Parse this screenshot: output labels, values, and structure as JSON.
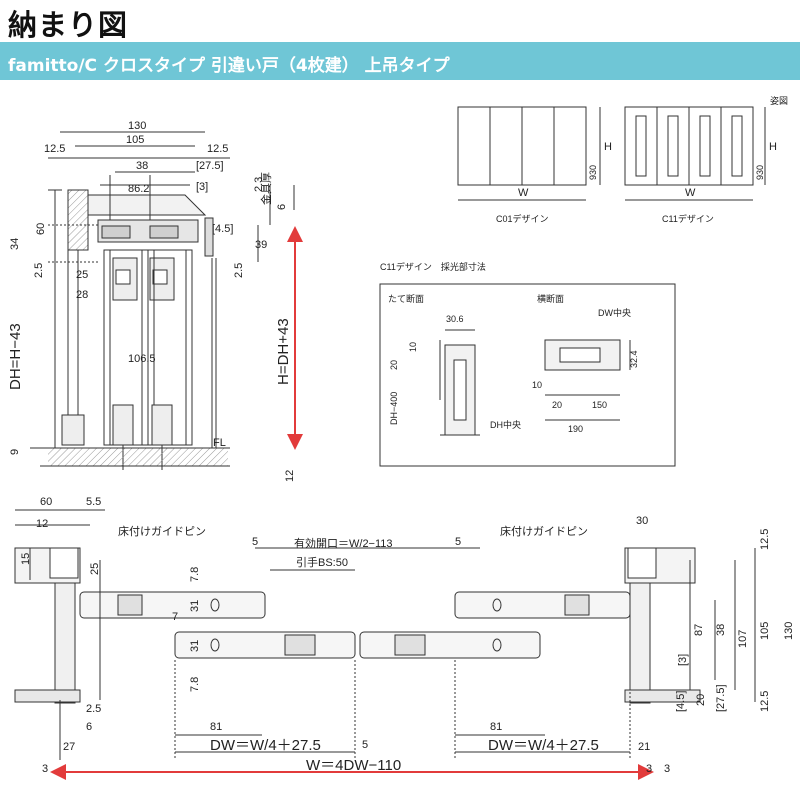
{
  "header": {
    "title": "納まり図"
  },
  "banner": {
    "title": "famitto/C クロスタイプ 引違い戸（4枚建） 上吊タイプ"
  },
  "colors": {
    "banner": "#6fc6d6",
    "accent": "#e23b3b",
    "line": "#333333",
    "wall": "#c8c8c8"
  },
  "section": {
    "dims_top": [
      "130",
      "105",
      "12.5",
      "12.5",
      "38",
      "86.2",
      "[27.5]",
      "[3]",
      "[4.5]",
      "2.3",
      "金具厚",
      "6",
      "39",
      "2.5",
      "25",
      "28",
      "2.5",
      "34",
      "60",
      "106.5",
      "9",
      "12",
      "FL"
    ],
    "left_label": "DH=H−43",
    "right_label": "H=DH+43"
  },
  "elevation": {
    "left_label": "C01デザイン",
    "right_label": "C11デザイン",
    "w_label": "W",
    "h_label": "H",
    "h930": "930",
    "note": "姿図"
  },
  "light_detail": {
    "title": "C11デザイン　採光部寸法",
    "vertical_title": "たて断面",
    "horizontal_title": "横断面",
    "v_dims": [
      "30.6",
      "10",
      "20",
      "DH−400",
      "DH中央"
    ],
    "h_dims": [
      "DW中央",
      "32.4",
      "10",
      "20",
      "150",
      "190"
    ]
  },
  "plan": {
    "top_left_dims": [
      "60",
      "5.5",
      "12",
      "15",
      "25",
      "7.8",
      "31",
      "7",
      "31",
      "7.8",
      "2.5",
      "6",
      "27"
    ],
    "guide_pin_left": "床付けガイドピン",
    "guide_pin_right": "床付けガイドピン",
    "effective_opening": "有効開口＝W/2−113",
    "handle": "引手BS:50",
    "five_a": "5",
    "five_b": "5",
    "five_c": "5",
    "right_dims": [
      "30",
      "12.5",
      "130",
      "105",
      "107",
      "38",
      "87",
      "[3]",
      "12.5",
      "[27.5]",
      "20",
      "[4.5]"
    ],
    "dw_81_left": "81",
    "dw_81_right": "81",
    "dw_left": "DW＝W/4＋27.5",
    "dw_right": "DW＝W/4＋27.5",
    "w_total": "W＝4DW−110",
    "three_left": "3",
    "three_right": "3",
    "three_mid": "3",
    "twentyone": "21"
  }
}
